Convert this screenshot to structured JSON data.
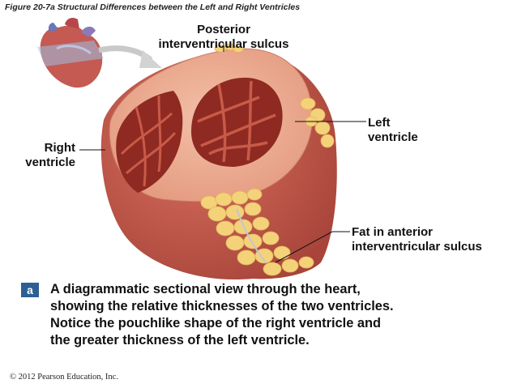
{
  "figure_title": "Figure 20-7a  Structural Differences between the Left and Right Ventricles",
  "labels": {
    "posterior": [
      "Posterior",
      "interventricular sulcus"
    ],
    "right_ventricle": [
      "Right",
      "ventricle"
    ],
    "left_ventricle": [
      "Left",
      "ventricle"
    ],
    "fat": [
      "Fat in anterior",
      "interventricular sulcus"
    ]
  },
  "caption": {
    "badge": "a",
    "lines": [
      "A diagrammatic sectional view through the heart,",
      "showing the relative thicknesses of the two ventricles.",
      "Notice the pouchlike shape of the right ventricle and",
      "the greater thickness of the left ventricle."
    ]
  },
  "copyright": "© 2012 Pearson Education, Inc.",
  "colors": {
    "muscle": "#c8574c",
    "muscle_dark": "#9c3b34",
    "cut_surface": "#f0b49a",
    "cavity": "#8e2a22",
    "fat": "#f4d27a",
    "badge": "#2c5f93"
  }
}
